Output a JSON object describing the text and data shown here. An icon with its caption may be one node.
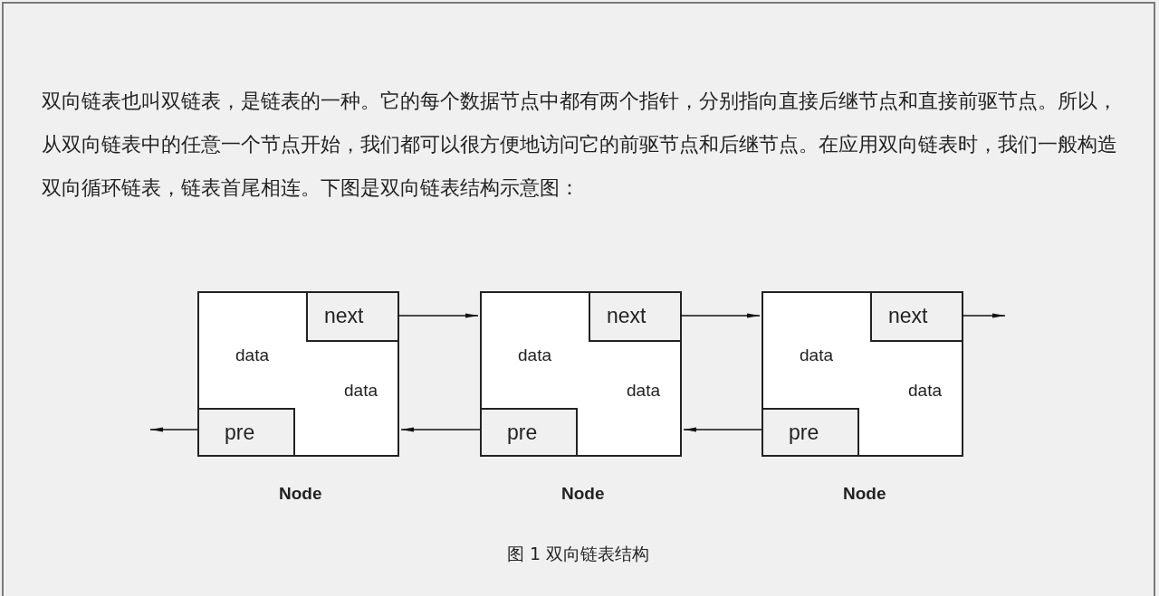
{
  "diagram": {
    "caption": "图 1 双向链表结构",
    "nodes": [
      {
        "text": [
          "data",
          "data"
        ],
        "beside": [
          "Node"
        ]
      },
      {
        "text": [
          "next"
        ],
        "in": 0
      },
      {
        "text": [
          "pre"
        ],
        "in": 0
      },
      {
        "text": [
          "data",
          "data"
        ],
        "beside": [
          "Node"
        ]
      },
      {
        "text": [
          "next"
        ],
        "in": 3
      },
      {
        "text": [
          "pre"
        ],
        "in": 3
      },
      {
        "text": [
          "data",
          "data"
        ],
        "beside": [
          "Node"
        ]
      },
      {
        "text": [
          "next"
        ],
        "in": 6
      },
      {
        "text": [
          "pre"
        ],
        "in": 6
      }
    ],
    "edges": [
      {
        "from": 1,
        "to": 3,
        "arrow": "to"
      },
      {
        "from": 4,
        "to": 6,
        "arrow": "to"
      },
      {
        "from": 7,
        "to": null,
        "arrow": "to"
      },
      {
        "from": 2,
        "to": null,
        "arrow": "to"
      },
      {
        "from": 5,
        "to": 0,
        "arrow": "to"
      },
      {
        "from": 8,
        "to": 3,
        "arrow": "to"
      }
    ],
    "labels": [
      "双向链表也叫双链表，是链表的一种。它的每个数据节点中都有两个指针，分别指向直接后继节点和直接前驱节点。所以，从双向链表中的任意一个节点开始，我们都可以很方便地访问它的前驱节点和后继节点。在应用双向链表时，我们一般构造双向循环链表，链表首尾相连。下图是双向链表结构示意图："
    ]
  }
}
